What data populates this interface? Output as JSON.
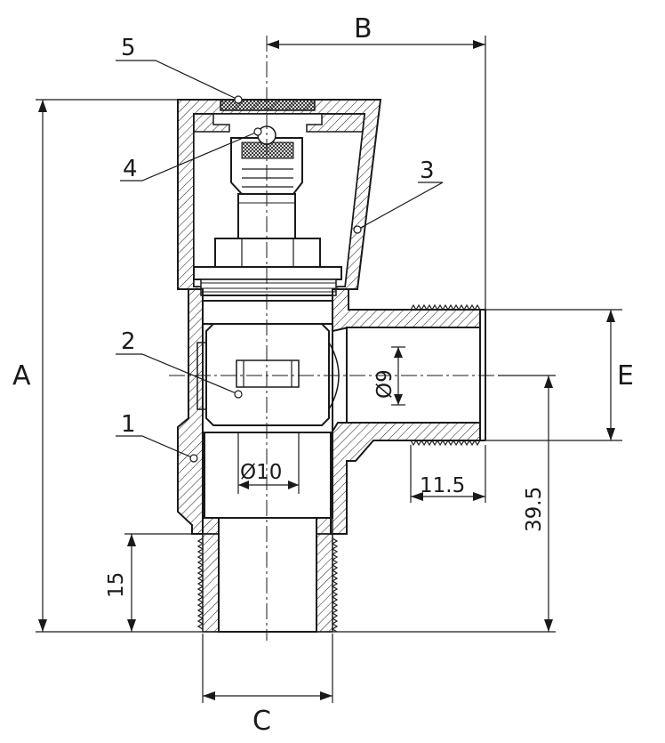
{
  "dimension_labels": {
    "a": "A",
    "b": "B",
    "c": "C",
    "e": "E",
    "thread_len_bottom": "15",
    "thread_len_side": "11.5",
    "outlet_height": "39.5",
    "outlet_bore": "Ø9",
    "inlet_bore": "Ø10"
  },
  "callouts": [
    "1",
    "2",
    "3",
    "4",
    "5"
  ],
  "colors": {
    "line": "#1a1a1a",
    "paper": "#ffffff"
  }
}
